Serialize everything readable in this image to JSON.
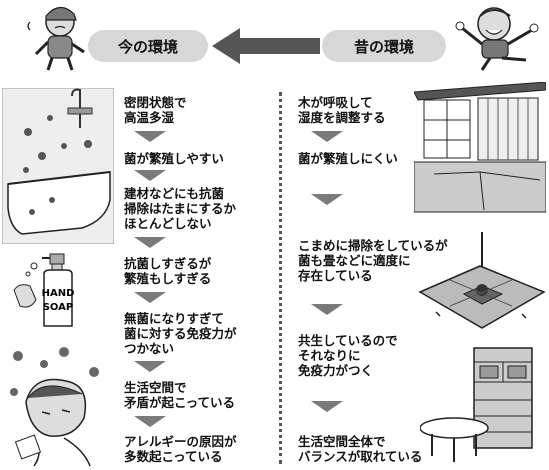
{
  "header": {
    "left_label": "今の環境",
    "right_label": "昔の環境"
  },
  "left_steps": [
    {
      "lines": [
        "密閉状態で",
        "高温多湿"
      ]
    },
    {
      "lines": [
        "菌が繁殖しやすい"
      ]
    },
    {
      "lines": [
        "建材などにも抗菌",
        "掃除はたまにするか",
        "ほとんどしない"
      ]
    },
    {
      "lines": [
        "抗菌しすぎるが",
        "繁殖もしすぎる"
      ]
    },
    {
      "lines": [
        "無菌になりすぎて",
        "菌に対する免疫力が",
        "つかない"
      ]
    },
    {
      "lines": [
        "生活空間で",
        "矛盾が起こっている"
      ]
    },
    {
      "lines": [
        "アレルギーの原因が",
        "多数起こっている"
      ]
    }
  ],
  "right_steps": [
    {
      "lines": [
        "木が呼吸して",
        "湿度を調整する"
      ]
    },
    {
      "lines": [
        "菌が繁殖しにくい"
      ]
    },
    {
      "lines": [
        "こまめに掃除をしているが",
        "菌も畳などに適度に",
        "存在している"
      ]
    },
    {
      "lines": [
        "共生しているので",
        "それなりに",
        "免疫力がつく"
      ]
    },
    {
      "lines": [
        "生活空間全体で",
        "バランスが取れている"
      ]
    }
  ],
  "soap_bottle": {
    "line1": "HAND",
    "line2": "SOAP"
  }
}
